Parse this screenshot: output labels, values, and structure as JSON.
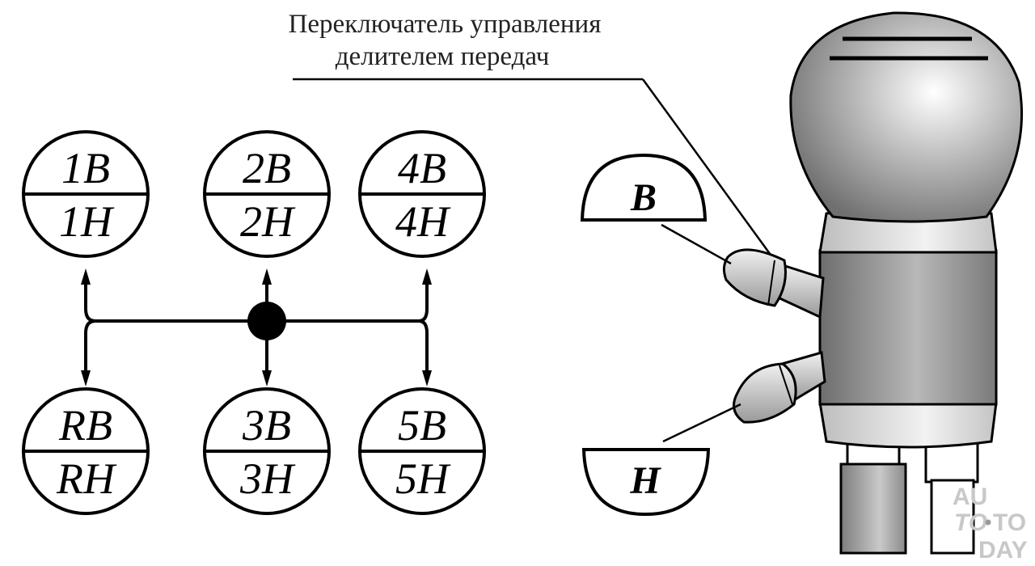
{
  "caption": {
    "line1": "Переключатель управления",
    "line2": "делителем передач"
  },
  "gears": [
    {
      "id": "g1",
      "upper": "1B",
      "lower": "1H"
    },
    {
      "id": "g2",
      "upper": "2B",
      "lower": "2H"
    },
    {
      "id": "g4",
      "upper": "4B",
      "lower": "4H"
    },
    {
      "id": "gR",
      "upper": "RB",
      "lower": "RH"
    },
    {
      "id": "g3",
      "upper": "3B",
      "lower": "3H"
    },
    {
      "id": "g5",
      "upper": "5B",
      "lower": "5H"
    }
  ],
  "ranges": {
    "high": "B",
    "low": "H"
  },
  "watermark": {
    "line1": "AU",
    "line2a": "TO",
    "line2b": "TO",
    "line3": "DAY"
  },
  "colors": {
    "ink": "#000000",
    "watermark": "#c8c8c8",
    "watermark_accent": "#9a9a9a"
  }
}
